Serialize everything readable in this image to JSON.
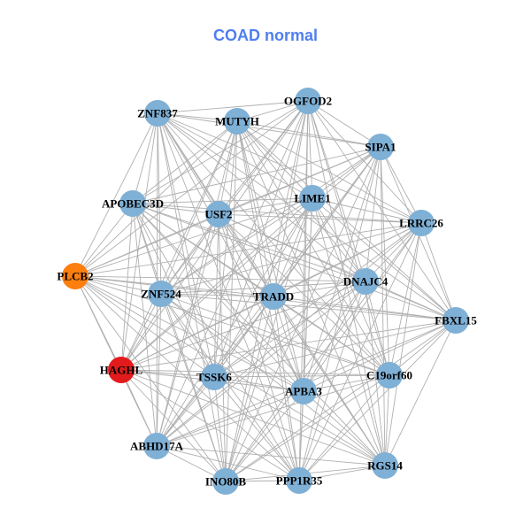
{
  "title": "COAD normal",
  "colors": {
    "default": "#7fb0d6",
    "orange": "#ff7f0e",
    "red": "#e31a1c",
    "edge": "#b0b0b0",
    "title": "#4f7ff0"
  },
  "nodes": [
    {
      "id": "ZNF837",
      "color": "default"
    },
    {
      "id": "MUTYH",
      "color": "default"
    },
    {
      "id": "OGFOD2",
      "color": "default"
    },
    {
      "id": "SIPA1",
      "color": "default"
    },
    {
      "id": "APOBEC3D",
      "color": "default"
    },
    {
      "id": "USF2",
      "color": "default"
    },
    {
      "id": "LIME1",
      "color": "default"
    },
    {
      "id": "LRRC26",
      "color": "default"
    },
    {
      "id": "PLCB2",
      "color": "orange"
    },
    {
      "id": "ZNF524",
      "color": "default"
    },
    {
      "id": "TRADD",
      "color": "default"
    },
    {
      "id": "DNAJC4",
      "color": "default"
    },
    {
      "id": "FBXL15",
      "color": "default"
    },
    {
      "id": "HAGHL",
      "color": "red"
    },
    {
      "id": "TSSK6",
      "color": "default"
    },
    {
      "id": "APBA3",
      "color": "default"
    },
    {
      "id": "C19orf60",
      "color": "default"
    },
    {
      "id": "ABHD17A",
      "color": "default"
    },
    {
      "id": "INO80B",
      "color": "default"
    },
    {
      "id": "PPP1R35",
      "color": "default"
    },
    {
      "id": "RGS14",
      "color": "default"
    }
  ]
}
